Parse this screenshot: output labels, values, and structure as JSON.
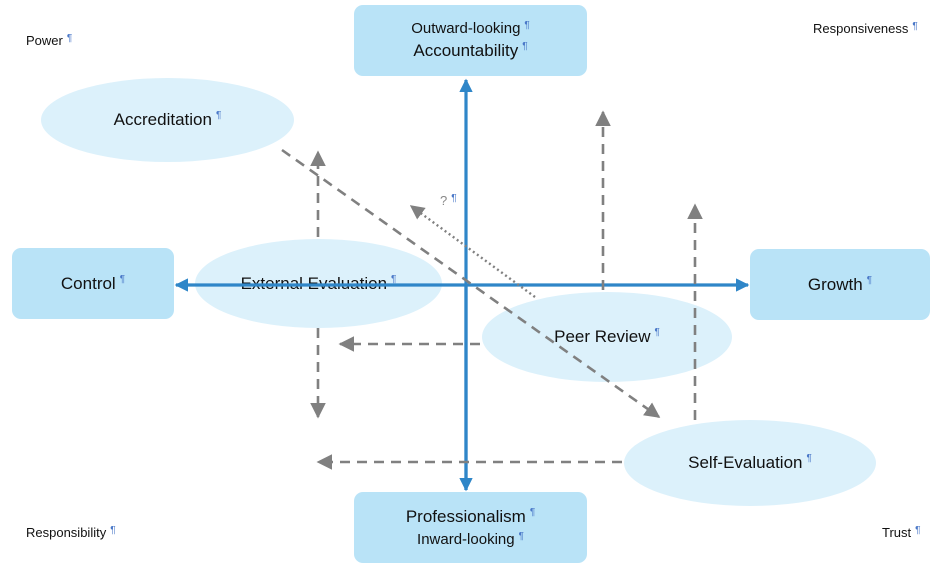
{
  "diagram": {
    "pilcrow": "¶",
    "colors": {
      "axis": "#2f86c8",
      "dashed": "#808080",
      "box": "#b9e3f7",
      "ellipse": "#dcf1fb",
      "pilcrow": "#4a78c8"
    },
    "corners": {
      "top_left": "Power",
      "top_right": "Responsiveness",
      "bottom_left": "Responsibility",
      "bottom_right": "Trust"
    },
    "boxes": {
      "top": {
        "line1": "Outward-looking",
        "line2": "Accountability"
      },
      "bottom": {
        "line1": "Professionalism",
        "line2": "Inward-looking"
      },
      "left": {
        "label": "Control"
      },
      "right": {
        "label": "Growth"
      }
    },
    "ellipses": {
      "accreditation": "Accreditation",
      "external_evaluation": "External Evaluation",
      "peer_review": "Peer Review",
      "self_evaluation": "Self-Evaluation"
    },
    "question_mark": "?"
  }
}
